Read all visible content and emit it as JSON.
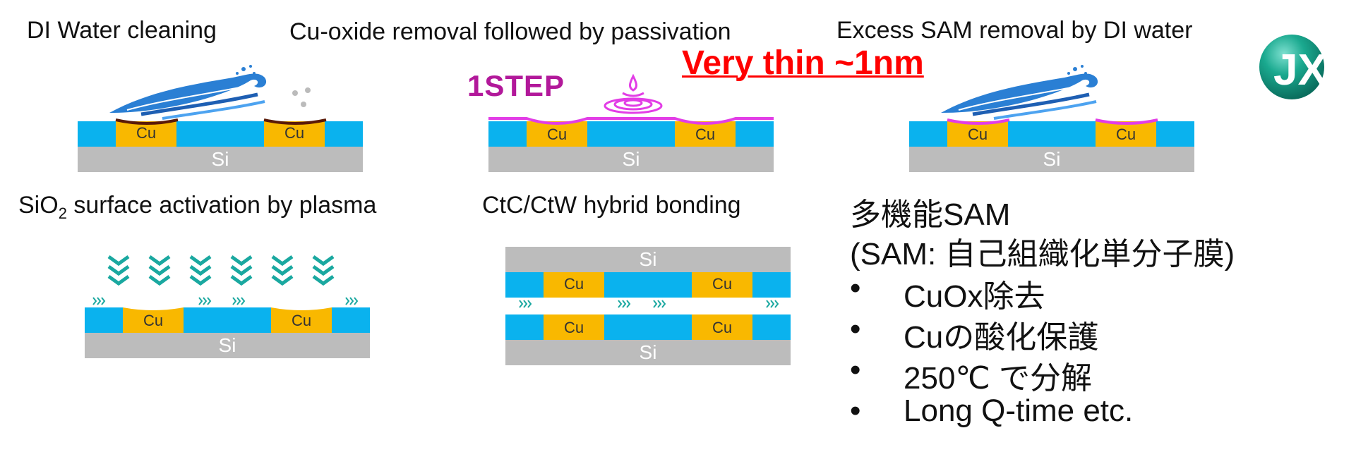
{
  "titles": {
    "di_water": "DI Water cleaning",
    "cu_oxide": "Cu-oxide removal followed by passivation",
    "excess_sam": "Excess SAM removal by DI water",
    "sio2_prefix": "SiO",
    "sio2_sub": "2",
    "sio2_suffix": " surface activation by plasma",
    "hybrid": "CtC/CtW hybrid bonding"
  },
  "emphasis": "Very thin ~1nm",
  "step_label": "1STEP",
  "materials": {
    "cu": "Cu",
    "si": "Si"
  },
  "logo_text": "JX",
  "sam_panel": {
    "heading": "多機能SAM",
    "subheading": "(SAM: 自己組織化単分子膜)",
    "bullet_char": "•",
    "bullets": [
      "CuOx除去",
      "Cuの酸化保護",
      "250℃ で分解",
      "Long Q-time etc."
    ]
  },
  "colors": {
    "sio2_layer": "#0ab2ee",
    "cu_pad": "#f9b800",
    "si_substrate": "#bcbcbc",
    "sam_layer": "#e23de6",
    "emphasis": "#ff0000",
    "step": "#b2189a",
    "plasma": "#1aa8a0"
  }
}
